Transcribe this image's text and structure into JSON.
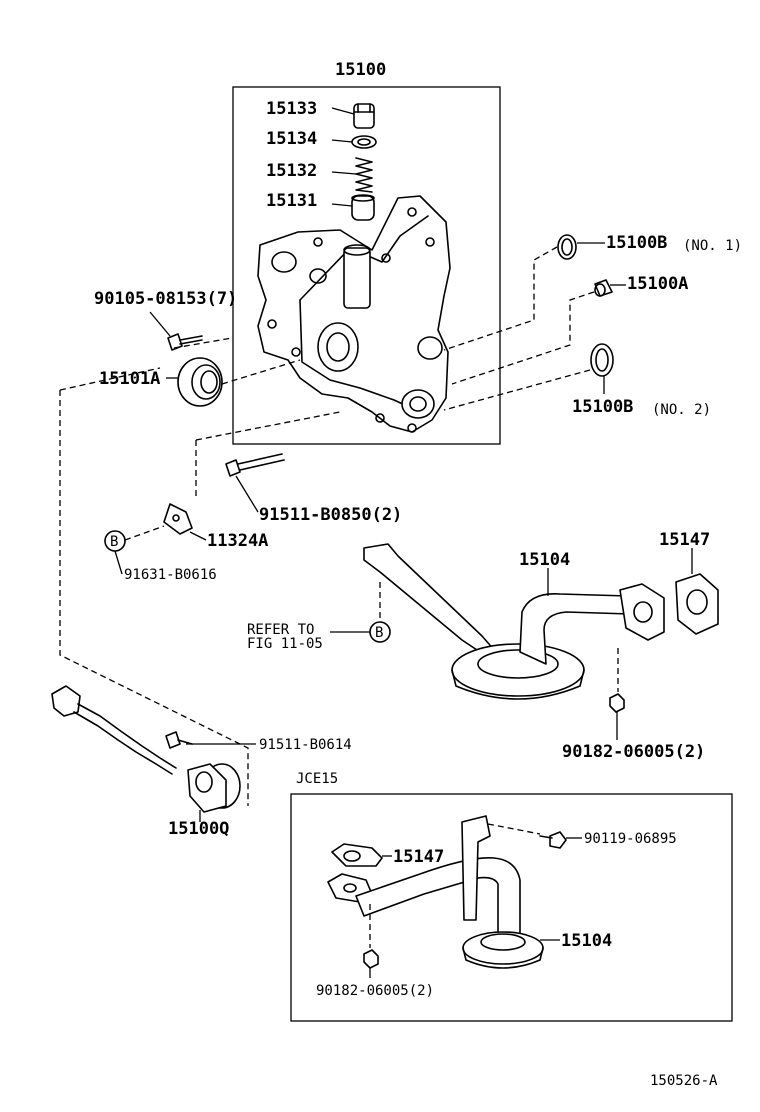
{
  "parts": {
    "p15100": "15100",
    "p15133": "15133",
    "p15134": "15134",
    "p15132": "15132",
    "p15131": "15131",
    "p15100b_no1": "15100B",
    "no1": "(NO. 1)",
    "p15100a": "15100A",
    "p15100b_no2": "15100B",
    "no2": "(NO. 2)",
    "p90105": "90105-08153(7)",
    "p15101a": "15101A",
    "p91511_b0850": "91511-B0850(2)",
    "p11324a": "11324A",
    "marker_b": "B",
    "p91631": "91631-B0616",
    "p15104": "15104",
    "p15147": "15147",
    "refer_to": "REFER TO",
    "fig": "FIG 11-05",
    "marker_b2": "B",
    "p91511_b0614": "91511-B0614",
    "p90182": "90182-06005(2)",
    "p15100q": "15100Q",
    "variant": "JCE15",
    "inset_15147": "15147",
    "inset_90119": "90119-06895",
    "inset_15104": "15104",
    "inset_90182": "90182-06005(2)",
    "diagram_id": "150526-A"
  }
}
